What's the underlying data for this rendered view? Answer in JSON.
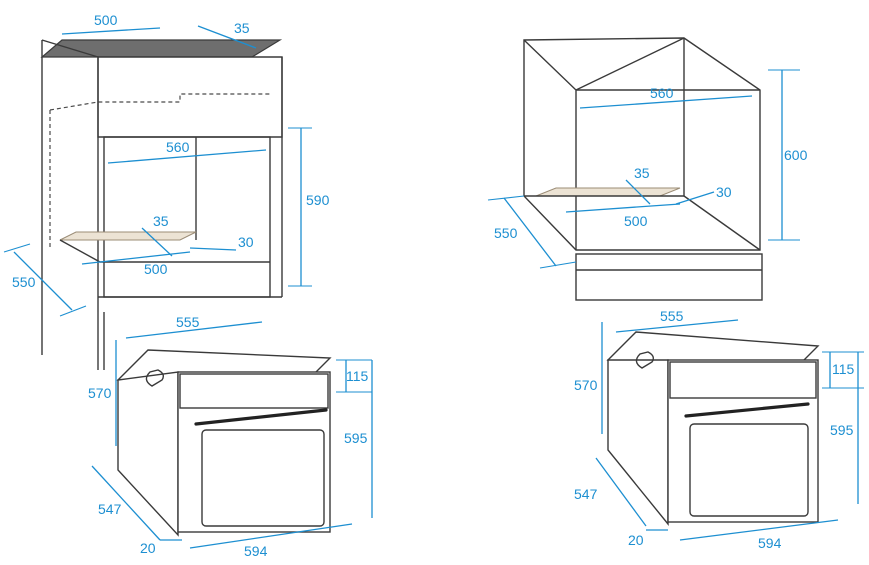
{
  "left_installation": {
    "cabinet": {
      "top_width": "500",
      "top_depth": "35",
      "opening_width": "560",
      "opening_height": "590",
      "vent_width": "500",
      "vent_depth": "35",
      "vent_offset": "30",
      "cabinet_depth": "550"
    },
    "oven": {
      "body_width": "555",
      "body_height": "570",
      "control_panel_height": "115",
      "front_height": "595",
      "body_depth": "547",
      "door_depth": "20",
      "front_width": "594"
    }
  },
  "right_installation": {
    "cabinet": {
      "opening_width": "560",
      "opening_height": "600",
      "vent_width": "500",
      "vent_depth": "35",
      "vent_offset": "30",
      "cabinet_depth": "550"
    },
    "oven": {
      "body_width": "555",
      "body_height": "570",
      "control_panel_height": "115",
      "front_height": "595",
      "body_depth": "547",
      "door_depth": "20",
      "front_width": "594"
    }
  },
  "colors": {
    "dimension": "#1d8fd1",
    "outline": "#3a3a3a",
    "worktop": "#6e6e6e",
    "vent": "#ece3d4"
  }
}
